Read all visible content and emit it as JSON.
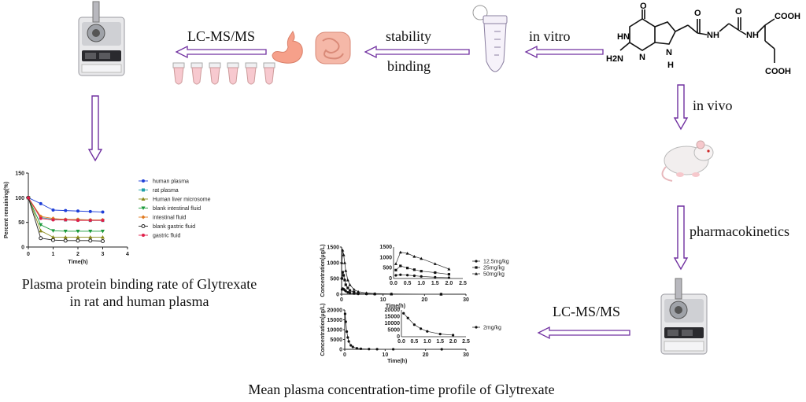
{
  "labels": {
    "lcms_top": "LC-MS/MS",
    "stability": "stability",
    "binding": "binding",
    "in_vitro": "in vitro",
    "in_vivo": "in vivo",
    "pharmacokinetics": "pharmacokinetics",
    "lcms_bottom": "LC-MS/MS"
  },
  "captions": {
    "binding_line1": "Plasma protein binding rate of Glytrexate",
    "binding_line2": "in rat and human plasma",
    "pk": "Mean plasma concentration-time profile of Glytrexate"
  },
  "molecule": {
    "atoms": [
      "O",
      "HN",
      "H2N",
      "N",
      "N",
      "H",
      "O",
      "NH",
      "O",
      "NH",
      "COOH",
      "COOH"
    ]
  },
  "colors": {
    "arrow": "#7030a0",
    "human_plasma": "#1f3fd8",
    "rat_plasma": "#1fa0a8",
    "liver": "#8a8a1a",
    "blank_intestinal": "#1a9a3a",
    "intestinal": "#e07a20",
    "blank_gastric": "#222222",
    "gastric": "#e0204a"
  },
  "chart_data": [
    {
      "type": "line",
      "xlabel": "Time(h)",
      "ylabel": "Percent remaining(%)",
      "xlim": [
        0,
        4
      ],
      "ylim": [
        0,
        150
      ],
      "x_ticks": [
        "0",
        "1",
        "2",
        "3",
        "4"
      ],
      "y_ticks": [
        "0",
        "50",
        "100",
        "150"
      ],
      "x": [
        0,
        0.5,
        1,
        1.5,
        2,
        2.5,
        3
      ],
      "legend": "right",
      "series": [
        {
          "name": "human plasma",
          "values": [
            100,
            88,
            75,
            74,
            73,
            72,
            71
          ]
        },
        {
          "name": "rat plasma",
          "values": [
            100,
            60,
            56,
            55,
            55,
            54,
            54
          ]
        },
        {
          "name": "Human liver microsome",
          "values": [
            100,
            33,
            20,
            20,
            20,
            20,
            20
          ]
        },
        {
          "name": "blank intestinal fluid",
          "values": [
            100,
            45,
            33,
            32,
            32,
            32,
            32
          ]
        },
        {
          "name": "intestinal fluid",
          "values": [
            100,
            62,
            58,
            56,
            56,
            55,
            55
          ]
        },
        {
          "name": "blank gastric fluid",
          "values": [
            100,
            18,
            14,
            13,
            13,
            13,
            12
          ]
        },
        {
          "name": "gastric fluid",
          "values": [
            100,
            58,
            55,
            55,
            54,
            54,
            54
          ]
        }
      ]
    },
    {
      "type": "line",
      "xlabel": "Time(h)",
      "ylabel": "Concentration(μg/L)",
      "xlim": [
        0,
        30
      ],
      "ylim": [
        0,
        1500
      ],
      "x_ticks": [
        "0",
        "10",
        "20",
        "30"
      ],
      "y_ticks": [
        "0",
        "500",
        "1000",
        "1500"
      ],
      "x": [
        0.083,
        0.25,
        0.5,
        0.75,
        1,
        1.5,
        2,
        3,
        4,
        6,
        8,
        12,
        24
      ],
      "legend": "right",
      "series": [
        {
          "name": "12.5mg/kg",
          "values": [
            150,
            180,
            160,
            130,
            100,
            60,
            40,
            20,
            10,
            5,
            2,
            1,
            0
          ]
        },
        {
          "name": "25mg/kg",
          "values": [
            500,
            700,
            600,
            450,
            300,
            200,
            120,
            60,
            30,
            15,
            8,
            3,
            0
          ]
        },
        {
          "name": "50mg/kg",
          "values": [
            1000,
            1400,
            1250,
            1000,
            750,
            450,
            300,
            150,
            80,
            40,
            20,
            8,
            0
          ]
        }
      ],
      "inset": {
        "xlim": [
          0,
          2.5
        ],
        "ylim": [
          0,
          1500
        ],
        "x_ticks": [
          "0.0",
          "0.5",
          "1.0",
          "1.5",
          "2.0",
          "2.5"
        ],
        "y_ticks": [
          "0",
          "500",
          "1000",
          "1500"
        ],
        "x": [
          0.083,
          0.25,
          0.5,
          0.75,
          1,
          1.5,
          2.0
        ],
        "series": [
          {
            "name": "12.5mg/kg",
            "values": [
              150,
              180,
              160,
              130,
              100,
              60,
              40
            ]
          },
          {
            "name": "25mg/kg",
            "values": [
              400,
              600,
              500,
              420,
              350,
              280,
              200
            ]
          },
          {
            "name": "50mg/kg",
            "values": [
              700,
              1250,
              1200,
              1050,
              950,
              700,
              450
            ]
          }
        ]
      }
    },
    {
      "type": "line",
      "xlabel": "Time(h)",
      "ylabel": "Concentration(μg/L)",
      "xlim": [
        0,
        30
      ],
      "ylim": [
        0,
        20000
      ],
      "x_ticks": [
        "0",
        "10",
        "20",
        "30"
      ],
      "y_ticks": [
        "0",
        "5000",
        "10000",
        "15000",
        "20000"
      ],
      "x": [
        0.083,
        0.25,
        0.5,
        0.75,
        1,
        1.5,
        2,
        3,
        4,
        6,
        8,
        12,
        24
      ],
      "legend": "right",
      "series": [
        {
          "name": "2mg/kg",
          "values": [
            18000,
            14000,
            9000,
            6000,
            4000,
            2000,
            1200,
            500,
            250,
            100,
            50,
            20,
            0
          ]
        }
      ],
      "inset": {
        "xlim": [
          0,
          2.5
        ],
        "ylim": [
          0,
          20000
        ],
        "x_ticks": [
          "0.0",
          "0.5",
          "1.0",
          "1.5",
          "2.0",
          "2.5"
        ],
        "y_ticks": [
          "0",
          "5000",
          "10000",
          "15000",
          "20000"
        ],
        "x": [
          0.083,
          0.25,
          0.5,
          0.75,
          1,
          1.5,
          2.0
        ],
        "series": [
          {
            "name": "2mg/kg",
            "values": [
              17500,
              14000,
              9000,
              6000,
              4000,
              2000,
              1200
            ]
          }
        ]
      }
    }
  ]
}
